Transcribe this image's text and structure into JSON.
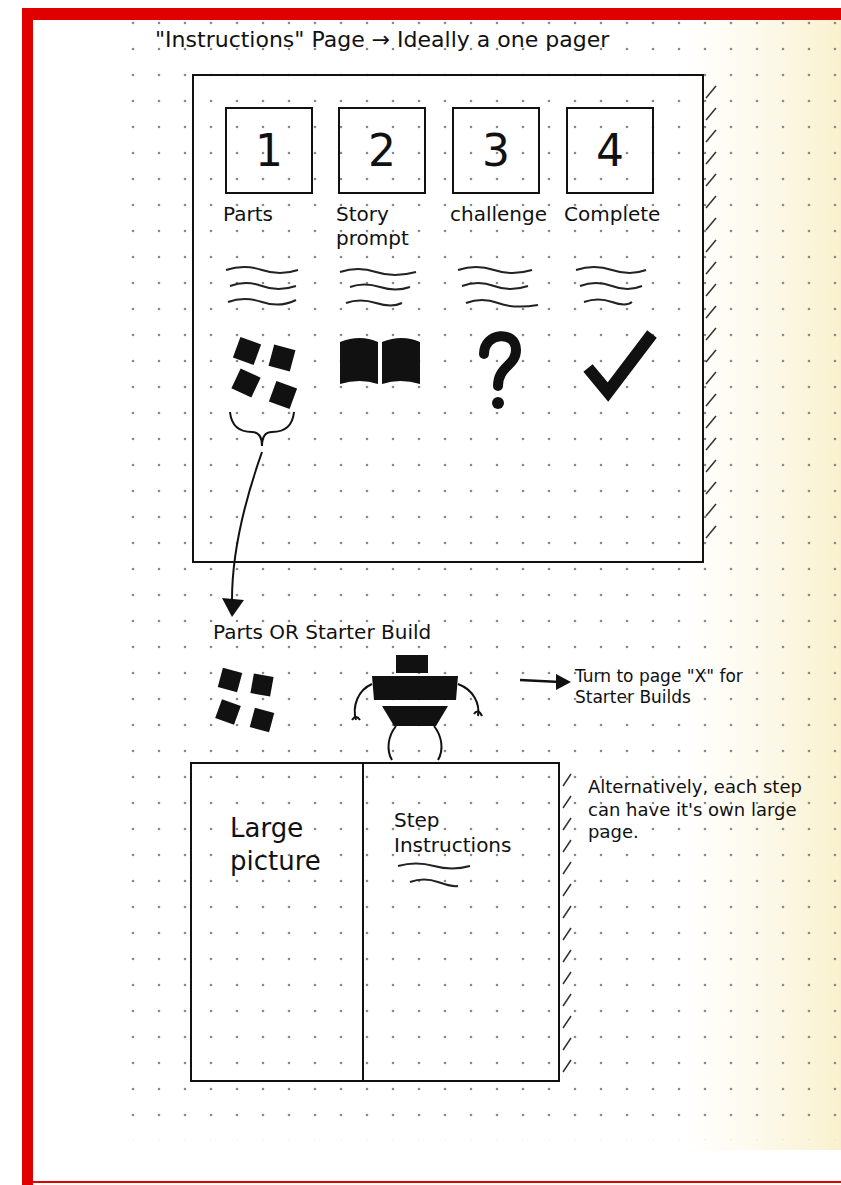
{
  "diagram": {
    "title": "\"Instructions\" Page → Ideally a one pager",
    "nodes": [
      {
        "text": [
          "1",
          "Parts"
        ]
      },
      {
        "text": [
          "2",
          "Story prompt"
        ]
      },
      {
        "text": [
          "3",
          "challenge"
        ]
      },
      {
        "text": [
          "4",
          "Complete"
        ]
      },
      {
        "text": [
          "Large picture"
        ]
      },
      {
        "text": [
          "Step Instructions"
        ]
      }
    ],
    "labels": [
      "Parts OR Starter Build",
      "Turn to page \"X\" for Starter Builds",
      "Alternatively, each step can have it's own large page."
    ]
  }
}
